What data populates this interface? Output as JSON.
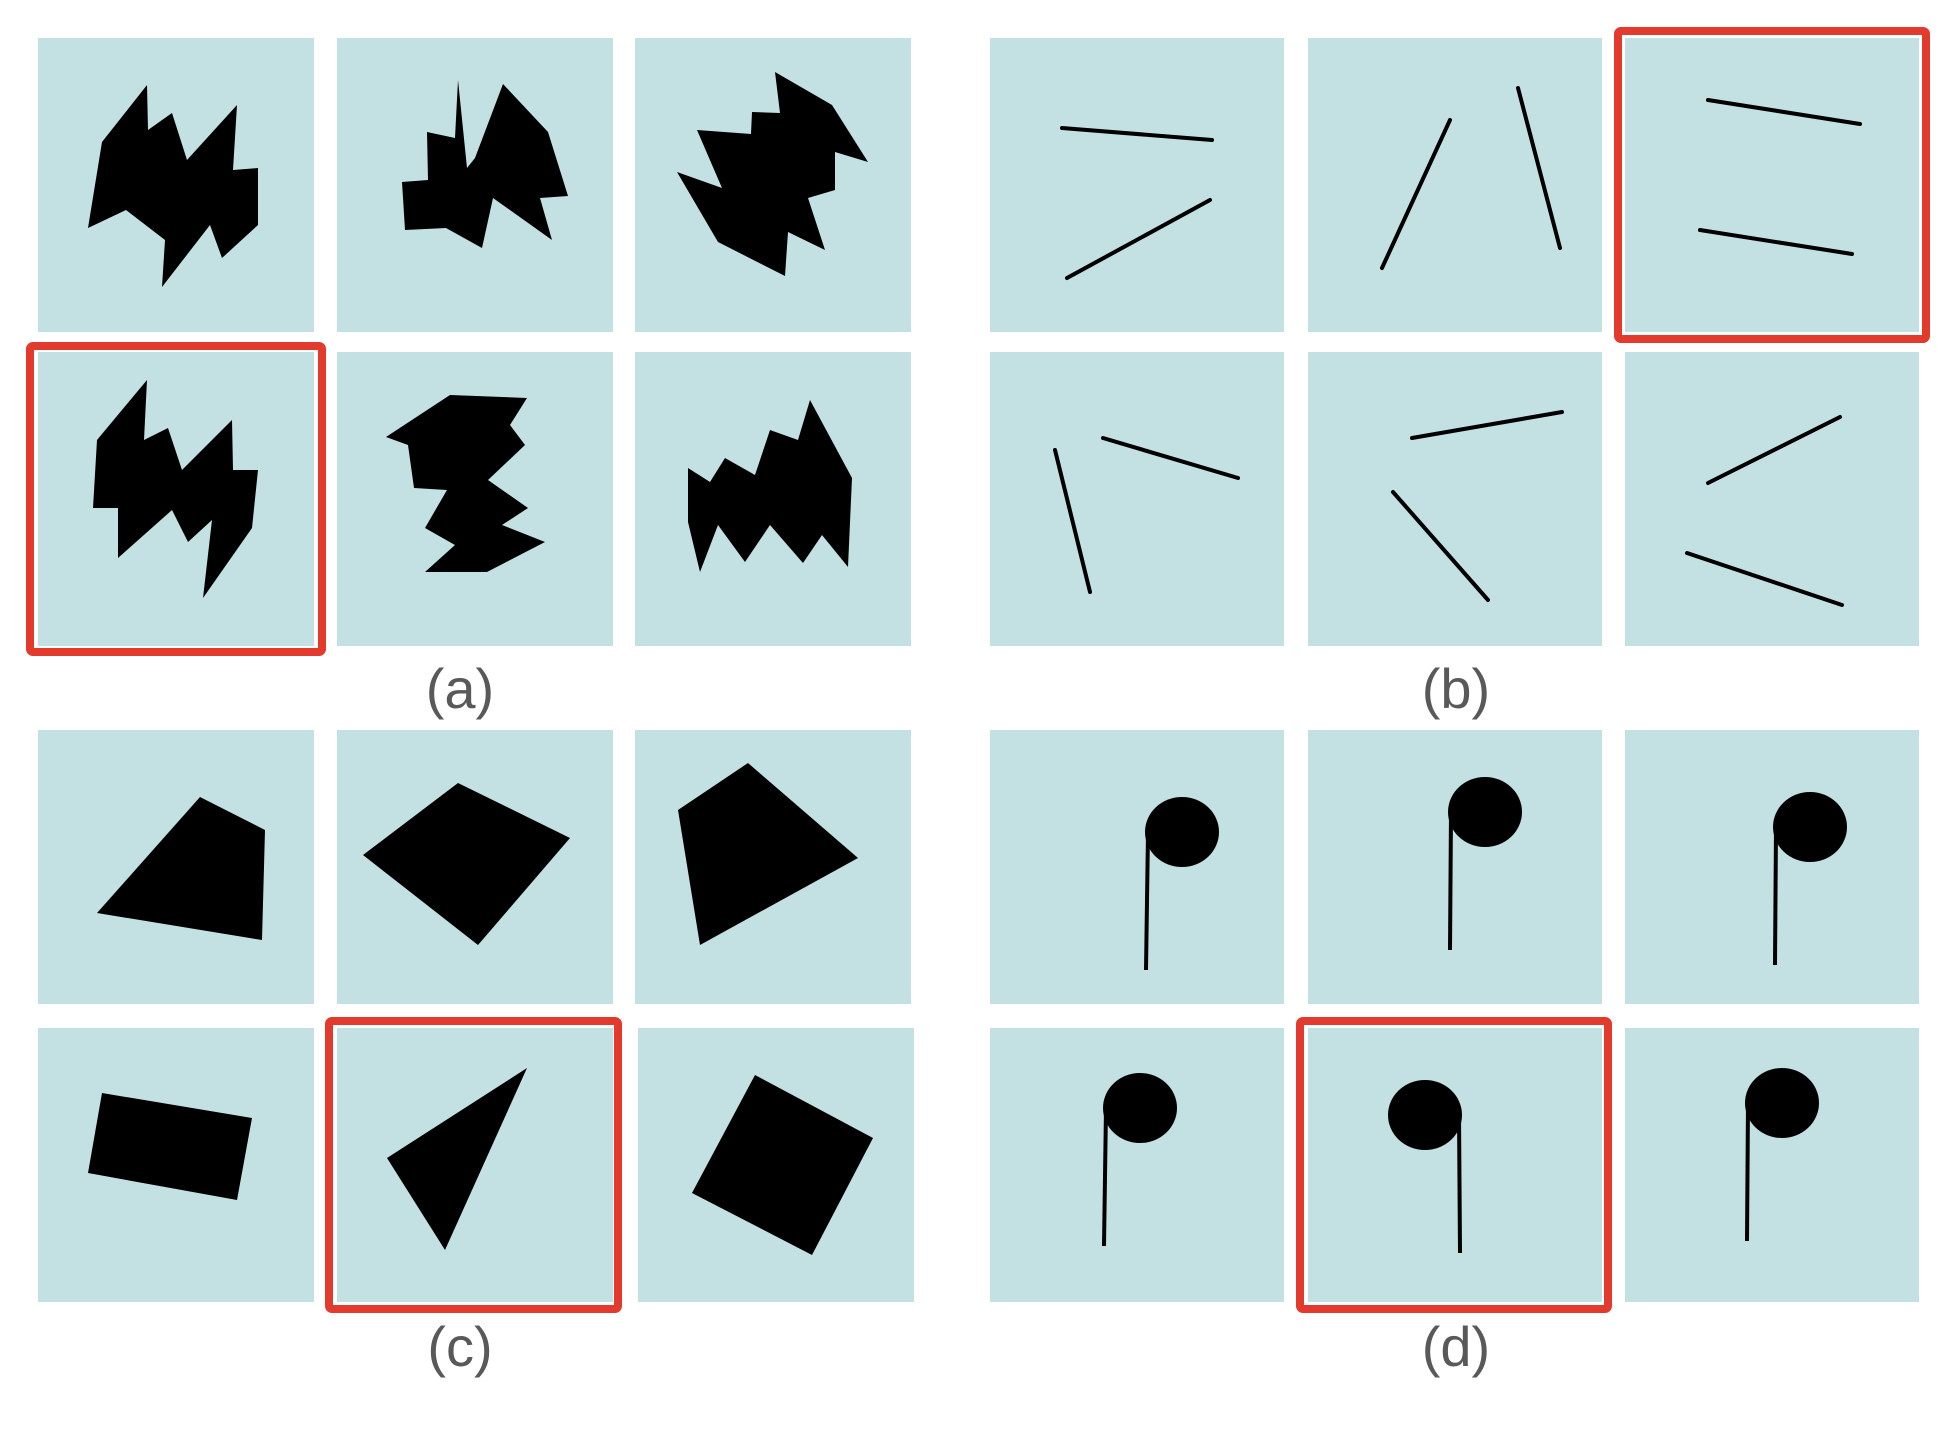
{
  "colors": {
    "panel_bg": "#c3e0e3",
    "shape": "#000000",
    "highlight": "#e23b2e",
    "caption": "#595959",
    "background": "#ffffff"
  },
  "groups": [
    {
      "id": "a",
      "caption": "(a)",
      "highlighted_panel": 4,
      "shape_kind": "zigzag-polygon"
    },
    {
      "id": "b",
      "caption": "(b)",
      "highlighted_panel": 3,
      "shape_kind": "line-pair"
    },
    {
      "id": "c",
      "caption": "(c)",
      "highlighted_panel": 5,
      "shape_kind": "polygon"
    },
    {
      "id": "d",
      "caption": "(d)",
      "highlighted_panel": 5,
      "shape_kind": "note-glyph"
    }
  ]
}
